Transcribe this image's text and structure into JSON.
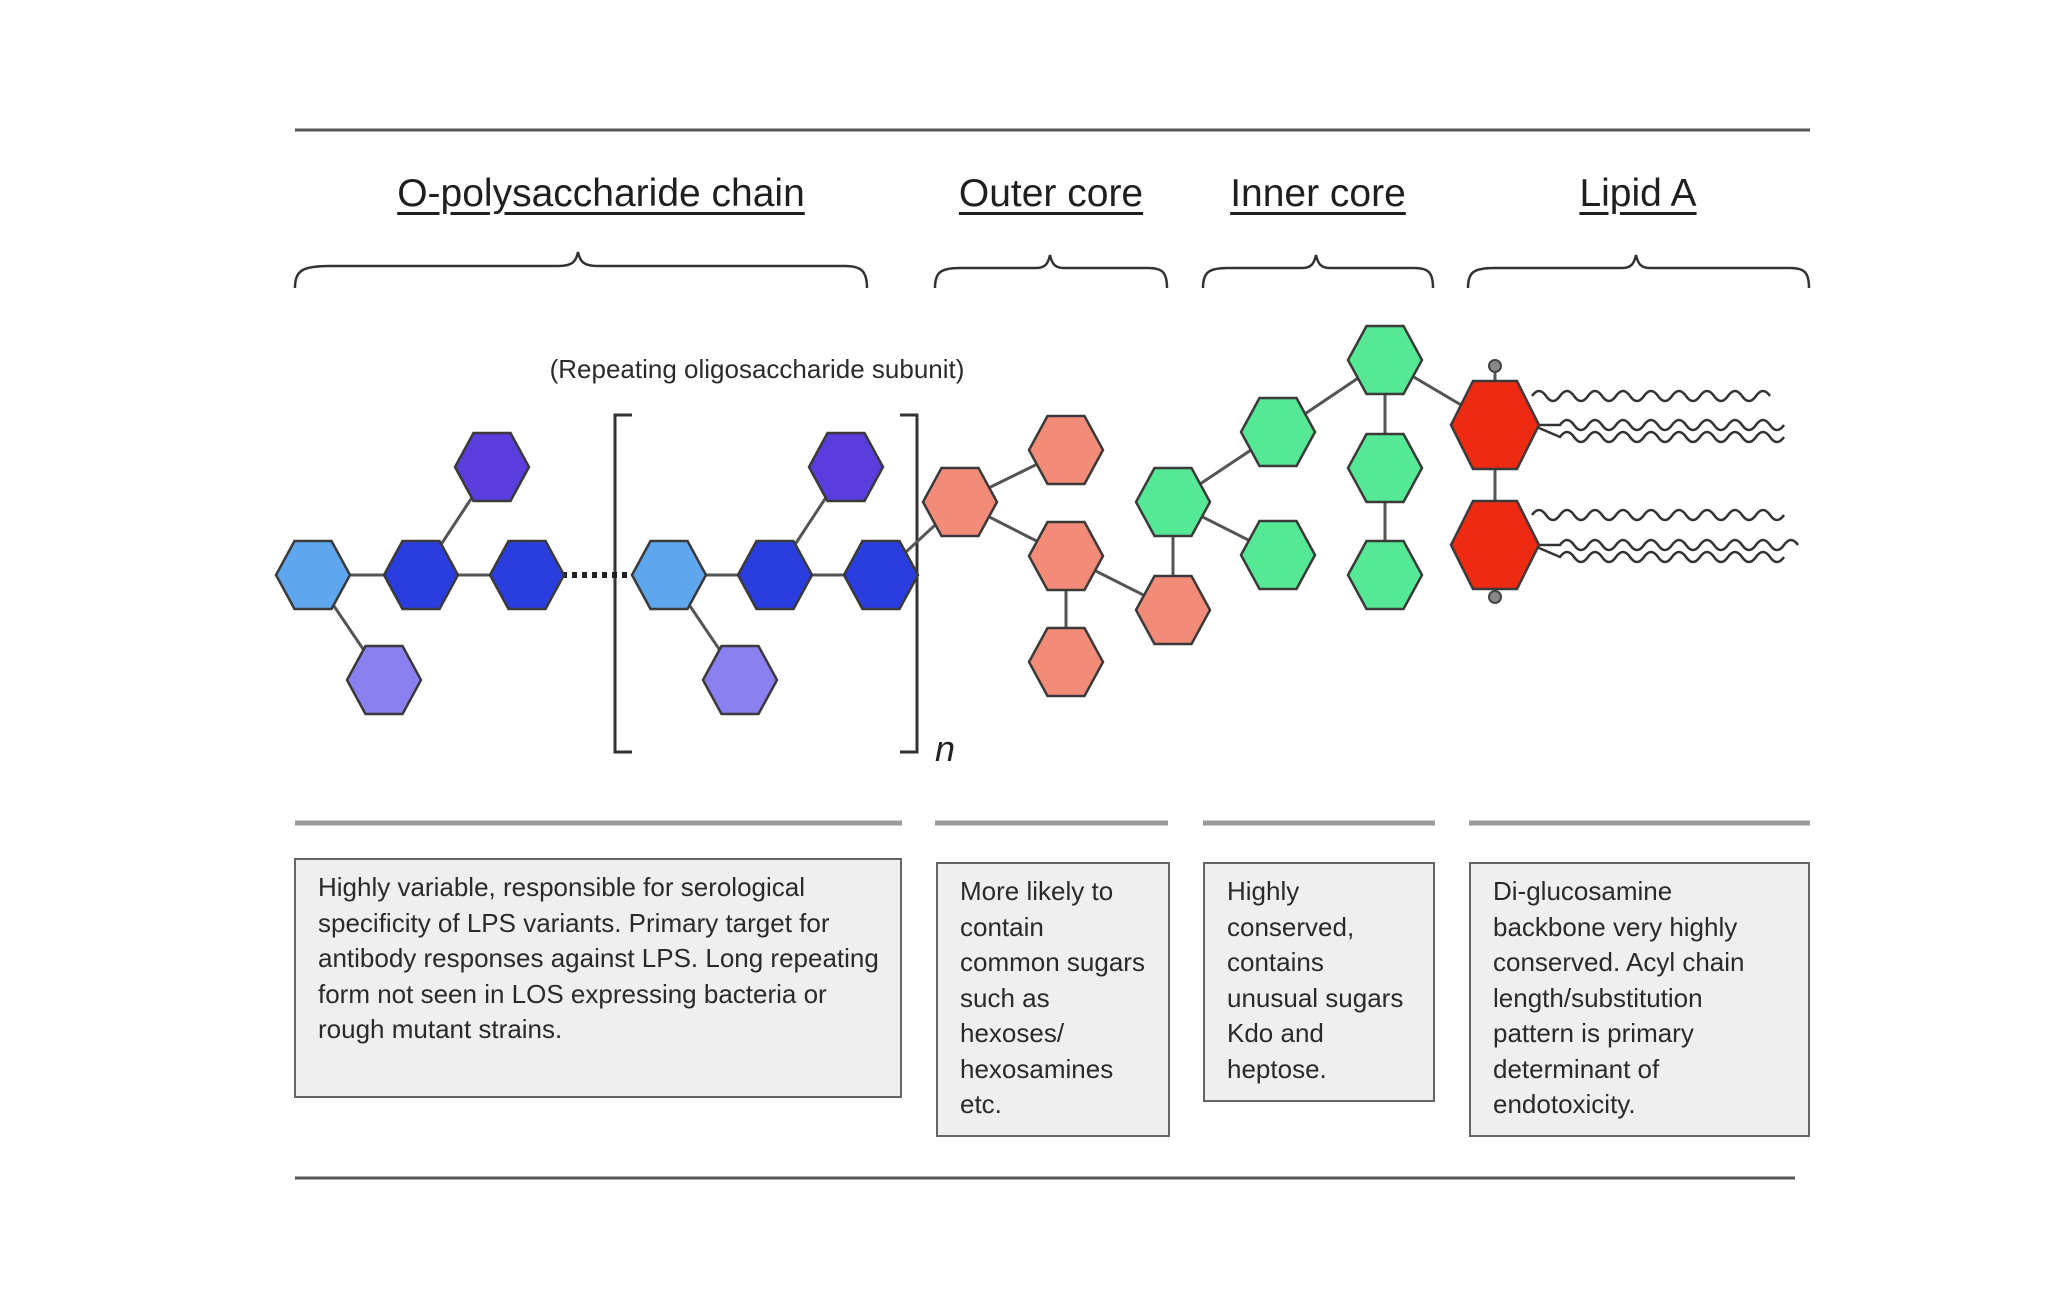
{
  "headers": [
    {
      "id": "o-poly",
      "label": "O-polysaccharide chain"
    },
    {
      "id": "outer",
      "label": "Outer core"
    },
    {
      "id": "inner",
      "label": "Inner core"
    },
    {
      "id": "lipid",
      "label": "Lipid A"
    }
  ],
  "repeat_label": "(Repeating oligosaccharide subunit)",
  "n_label": "n",
  "descriptions": {
    "o_poly": "Highly variable, responsible for serological specificity of LPS variants. Primary target for antibody responses against LPS. Long repeating form not seen in LOS expressing bacteria or rough mutant strains.",
    "outer": "More likely to contain common sugars such as hexoses/ hexosamines etc.",
    "inner": "Highly conserved, contains unusual sugars Kdo and heptose.",
    "lipid": "Di-glucosamine backbone very highly conserved. Acyl chain length/substitution pattern is primary determinant of endotoxicity."
  },
  "colors": {
    "light_blue": "#5ea7ee",
    "royal_blue": "#2a3ee0",
    "indigo": "#5a3ddc",
    "periwinkle": "#8a80f0",
    "salmon": "#f28b78",
    "green": "#55e895",
    "red": "#ee2a12"
  }
}
